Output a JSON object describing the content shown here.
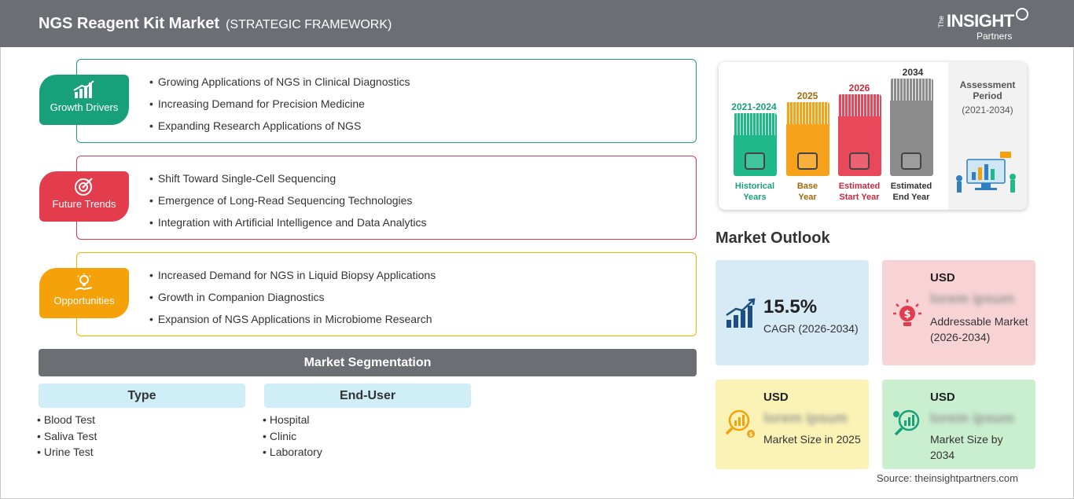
{
  "header": {
    "title": "NGS Reagent Kit Market",
    "subtitle": "(STRATEGIC FRAMEWORK)",
    "logo": {
      "the": "The",
      "brand": "INSIGHT",
      "partners": "Partners"
    }
  },
  "framework": {
    "drivers": {
      "label": "Growth Drivers",
      "items": [
        "Growing Applications of NGS in Clinical Diagnostics",
        "Increasing Demand for Precision Medicine",
        "Expanding Research Applications of NGS"
      ]
    },
    "trends": {
      "label": "Future Trends",
      "items": [
        "Shift Toward Single-Cell Sequencing",
        "Emergence of Long-Read Sequencing Technologies",
        "Integration with Artificial Intelligence and Data Analytics"
      ]
    },
    "opportunities": {
      "label": "Opportunities",
      "items": [
        "Increased Demand for NGS in Liquid Biopsy Applications",
        "Growth in Companion Diagnostics",
        "Expansion of NGS Applications in Microbiome Research"
      ]
    }
  },
  "segmentation": {
    "title": "Market Segmentation",
    "type": {
      "label": "Type",
      "items": [
        "Blood Test",
        "Saliva Test",
        "Urine Test"
      ]
    },
    "end_user": {
      "label": "End-User",
      "items": [
        "Hospital",
        "Clinic",
        "Laboratory"
      ]
    }
  },
  "assessment": {
    "title": "Assessment Period",
    "range": "(2021-2034)",
    "bars": [
      {
        "year": "2021-2024",
        "label1": "Historical",
        "label2": "Years",
        "color": "#20b98a",
        "year_color": "#1a9e7c"
      },
      {
        "year": "2025",
        "label1": "Base",
        "label2": "Year",
        "color": "#f7a21b",
        "year_color": "#a06a0a"
      },
      {
        "year": "2026",
        "label1": "Estimated",
        "label2": "Start Year",
        "color": "#e9475a",
        "year_color": "#c82b3d"
      },
      {
        "year": "2034",
        "label1": "Estimated",
        "label2": "End Year",
        "color": "#8c8c8c",
        "year_color": "#333333"
      }
    ]
  },
  "outlook": {
    "title": "Market Outlook",
    "cagr": {
      "value": "15.5%",
      "label": "CAGR (2026-2034)"
    },
    "addressable": {
      "currency": "USD",
      "value": "lorem ipsum",
      "label": "Addressable Market (2026-2034)"
    },
    "size_2025": {
      "currency": "USD",
      "value": "lorem ipsum",
      "label": "Market Size in 2025"
    },
    "size_2034": {
      "currency": "USD",
      "value": "lorem ipsum",
      "label": "Market Size by 2034"
    }
  },
  "source": "Source: theinsightpartners.com",
  "colors": {
    "header": "#6b6e73",
    "green": "#17a07a",
    "red": "#e23c4d",
    "yellow": "#f4a10a",
    "segment_head": "#cfeef8"
  }
}
